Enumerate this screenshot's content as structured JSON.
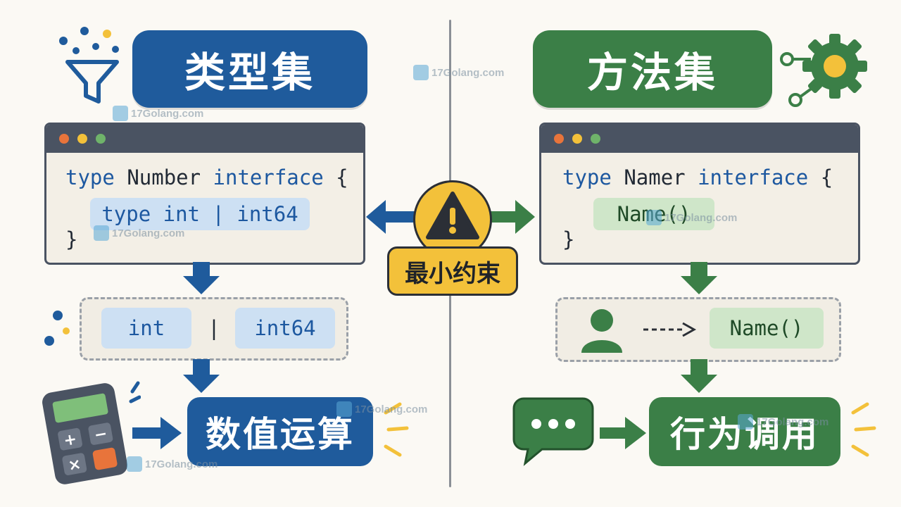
{
  "left": {
    "title": "类型集",
    "code": {
      "kw1": "type",
      "name": "Number",
      "kw2": "interface",
      "open": "{",
      "inner": "type int | int64",
      "close": "}"
    },
    "pills": [
      "int",
      "int64"
    ],
    "separator": "|",
    "result": "数值运算",
    "icons": [
      "funnel-icon",
      "calculator-icon"
    ]
  },
  "center": {
    "label": "最小约束",
    "icon": "warning-icon"
  },
  "right": {
    "title": "方法集",
    "code": {
      "kw1": "type",
      "name": "Namer",
      "kw2": "interface",
      "open": "{",
      "inner": "Name()",
      "close": "}"
    },
    "method": "Name()",
    "result": "行为调用",
    "icons": [
      "gear-icon",
      "user-icon",
      "chat-bubble-icon"
    ]
  },
  "watermark": "17Golang.com",
  "colors": {
    "blue": "#1f5b9c",
    "green": "#3b7f47",
    "yellow": "#f3c13a",
    "window": "#4a5362"
  }
}
